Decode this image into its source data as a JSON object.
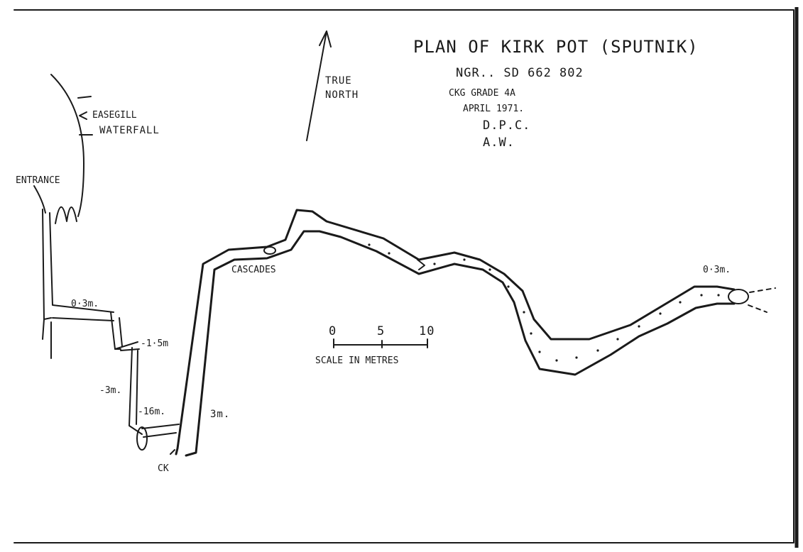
{
  "title": "PLAN OF KIRK POT (SPUTNIK)",
  "ngr": "NGR.. SD 662 802",
  "grade": "CKG GRADE 4A",
  "date": "APRIL 1971.",
  "surveyor_1": "D.P.C.",
  "surveyor_2": "A.W.",
  "north": {
    "line1": "TRUE",
    "line2": "NORTH"
  },
  "features": {
    "waterfall_1": "EASEGILL",
    "waterfall_2": "WATERFALL",
    "entrance": "ENTRANCE",
    "cascades": "CASCADES",
    "ck": "CK"
  },
  "pitches": {
    "p1": "0·3m.",
    "p2": "-1·5m",
    "p3": "-3m.",
    "p4": "-16m.",
    "p5": "3m.",
    "p6": "0·3m."
  },
  "scale": {
    "ticks": [
      "0",
      "5",
      "10"
    ],
    "label": "SCALE IN METRES"
  },
  "colors": {
    "ink": "#1a1a1a",
    "paper": "#ffffff"
  }
}
